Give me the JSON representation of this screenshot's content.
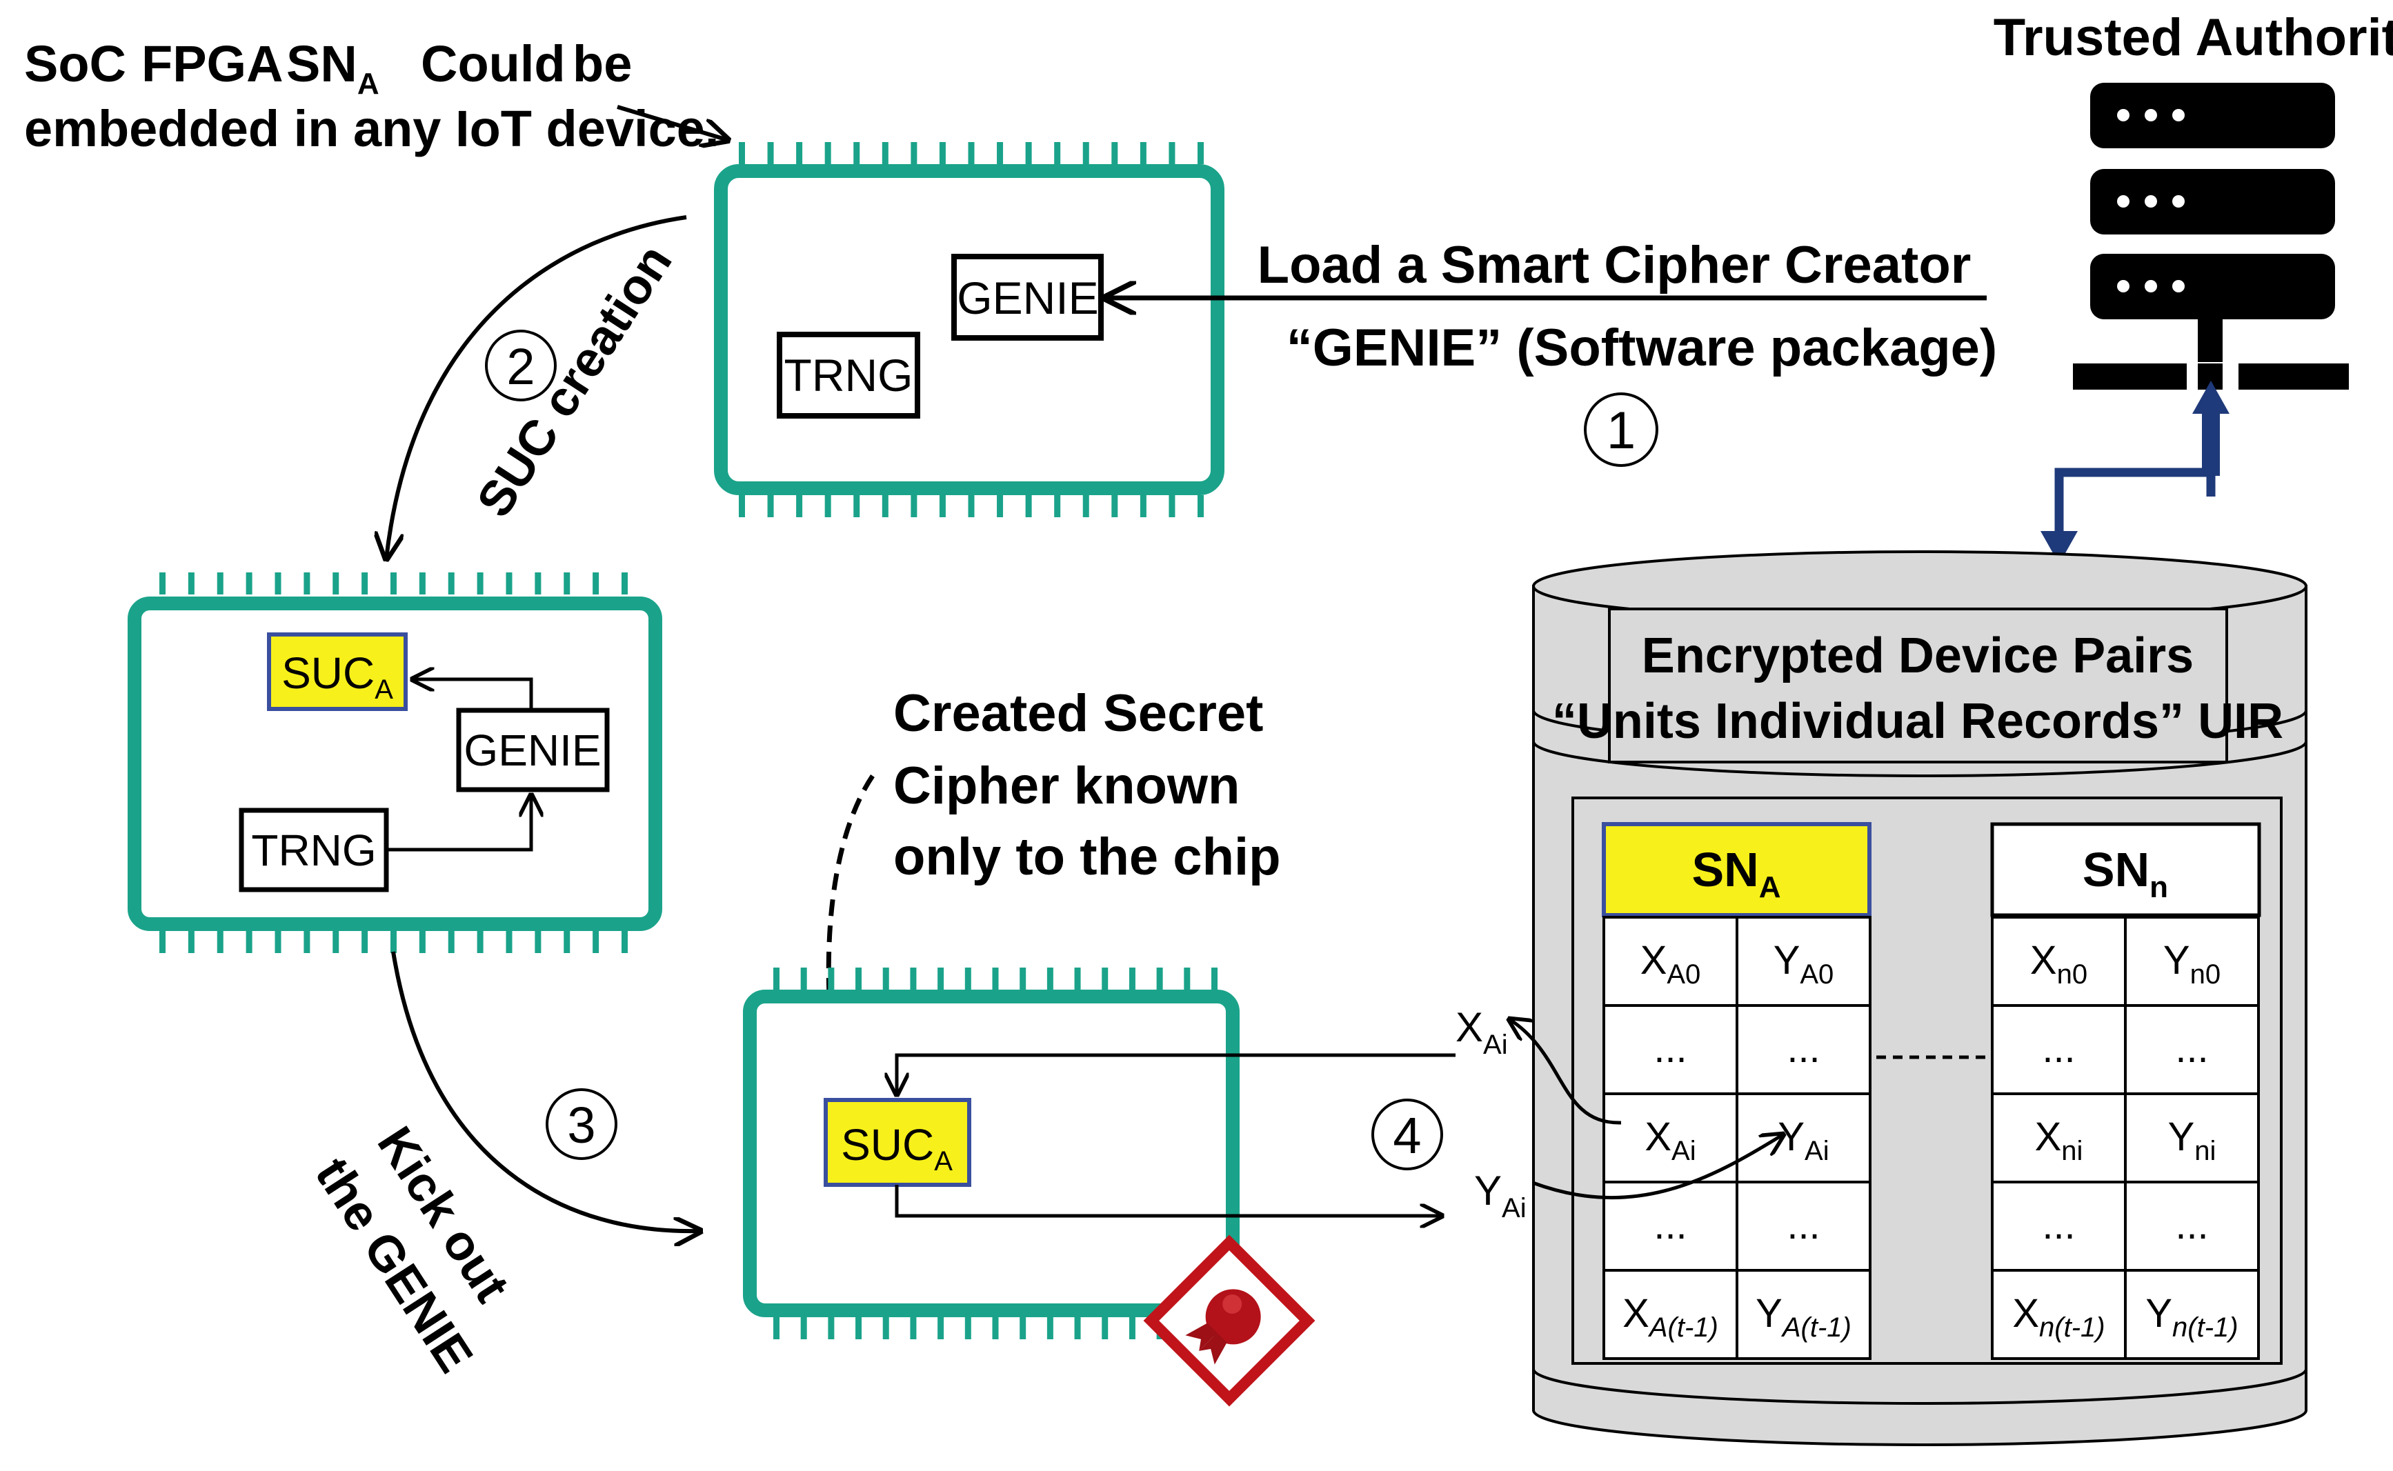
{
  "note": {
    "line1_words": [
      "SoC",
      "FPGA",
      "SN",
      "Could",
      "be"
    ],
    "sn_sub": "A",
    "line2": "embedded in any IoT device."
  },
  "authority": {
    "title": "Trusted Authority"
  },
  "load": {
    "line1": "Load a Smart  Cipher  Creator",
    "line2": "“GENIE”  (Software package)"
  },
  "steps": {
    "s1": "1",
    "s2": "2",
    "s3": "3",
    "s4": "4"
  },
  "labels": {
    "suc_creation": "SUC creation",
    "kick_line1": "Kick out",
    "kick_line2": "the GENIE"
  },
  "chips": {
    "genie": "GENIE",
    "trng": "TRNG",
    "suc": "SUC",
    "suc_sub": "A"
  },
  "secret": {
    "line1": "Created Secret",
    "line2": "Cipher known",
    "line3": "only to the chip"
  },
  "db": {
    "header1": "Encrypted Device Pairs",
    "header2": "“Units Individual Records” UIR",
    "snA": "SN",
    "snA_sub": "A",
    "snN": "SN",
    "snN_sub": "n",
    "tableA": [
      [
        [
          "X",
          "A0"
        ],
        [
          "Y",
          "A0"
        ]
      ],
      [
        [
          "...",
          ""
        ],
        [
          "...",
          ""
        ]
      ],
      [
        [
          "X",
          "Ai"
        ],
        [
          "Y",
          "Ai"
        ]
      ],
      [
        [
          "...",
          ""
        ],
        [
          "...",
          ""
        ]
      ],
      [
        [
          "X",
          "A(t-1)"
        ],
        [
          "Y",
          "A(t-1)"
        ]
      ]
    ],
    "tableN": [
      [
        [
          "X",
          "n0"
        ],
        [
          "Y",
          "n0"
        ]
      ],
      [
        [
          "...",
          ""
        ],
        [
          "...",
          ""
        ]
      ],
      [
        [
          "X",
          "ni"
        ],
        [
          "Y",
          "ni"
        ]
      ],
      [
        [
          "...",
          ""
        ],
        [
          "...",
          ""
        ]
      ],
      [
        [
          "X",
          "n(t-1)"
        ],
        [
          "Y",
          "n(t-1)"
        ]
      ]
    ]
  },
  "flow": {
    "x_label": "X",
    "x_sub": "Ai",
    "y_label": "Y",
    "y_sub": "Ai"
  },
  "colors": {
    "chip_border": "#1aa38a",
    "highlight": "#f7f01a",
    "highlight_border": "#3a4f9e",
    "db_fill": "#d9d9d9",
    "connector_blue": "#1f3a7a",
    "seal": "#c0141a"
  }
}
